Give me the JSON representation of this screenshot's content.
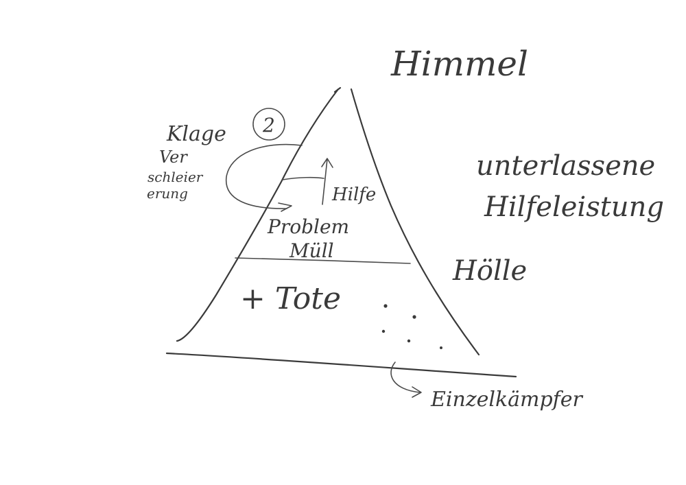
{
  "labels": {
    "himmel": "Himmel",
    "klage": "Klage",
    "verschleierung_1": "Ver",
    "verschleierung_2": "schleier",
    "verschleierung_3": "erung",
    "circled_number": "2",
    "hilfe": "Hilfe",
    "problem": "Problem",
    "muell": "Müll",
    "tote": "+ Tote",
    "unterlassene_1": "unterlassene",
    "unterlassene_2": "Hilfeleistung",
    "hoelle": "Hölle",
    "einzelkaempfer": "Einzelkämpfer"
  }
}
